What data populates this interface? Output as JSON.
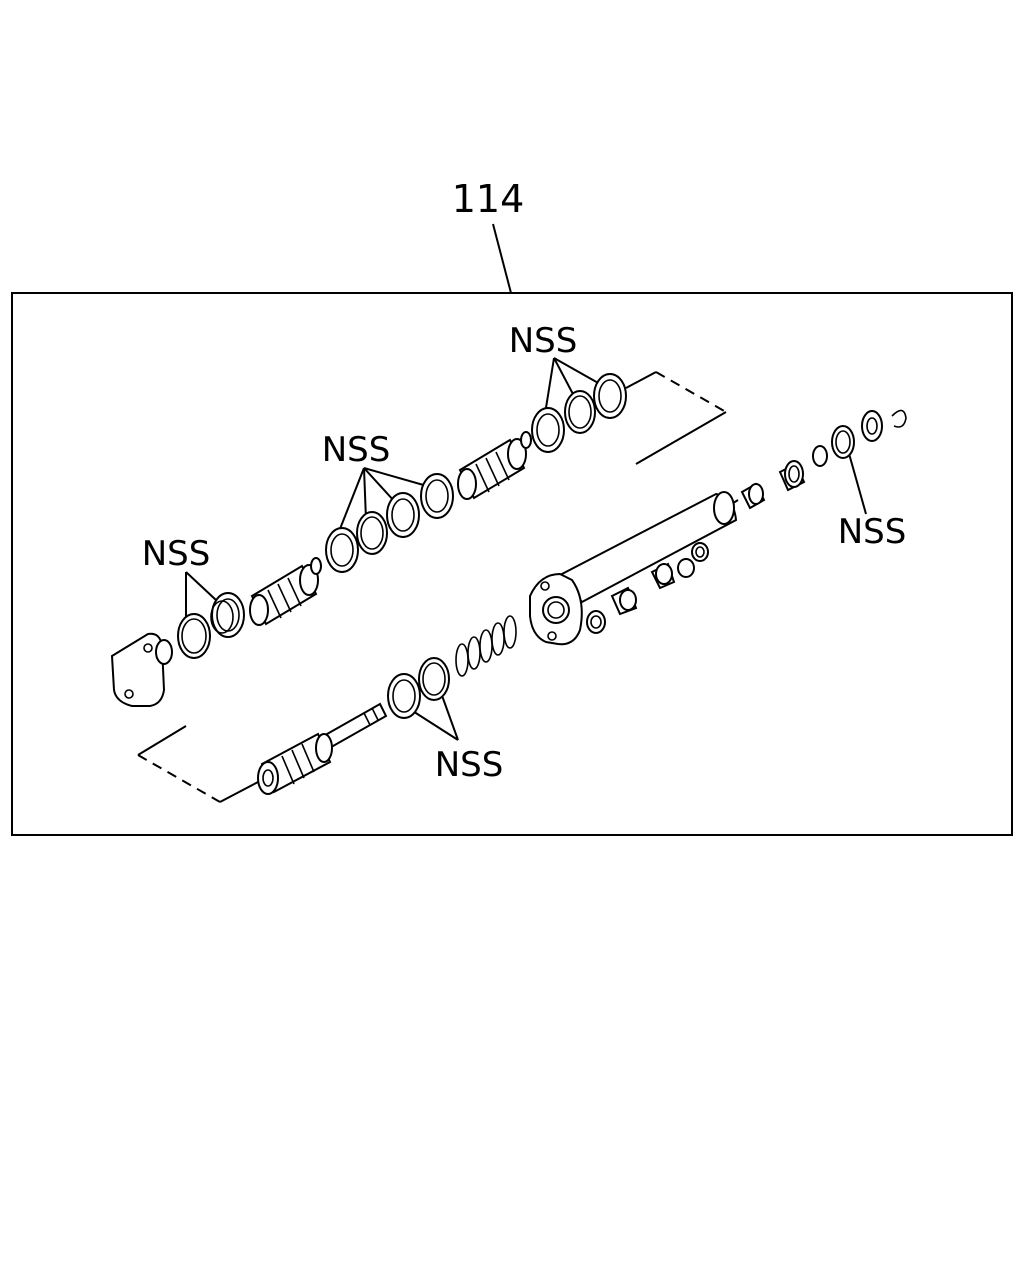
{
  "diagram": {
    "assembly_label": "114",
    "callouts": [
      {
        "id": "nss-top",
        "text": "NSS"
      },
      {
        "id": "nss-upper-mid",
        "text": "NSS"
      },
      {
        "id": "nss-left",
        "text": "NSS"
      },
      {
        "id": "nss-right",
        "text": "NSS"
      },
      {
        "id": "nss-bottom",
        "text": "NSS"
      }
    ]
  }
}
